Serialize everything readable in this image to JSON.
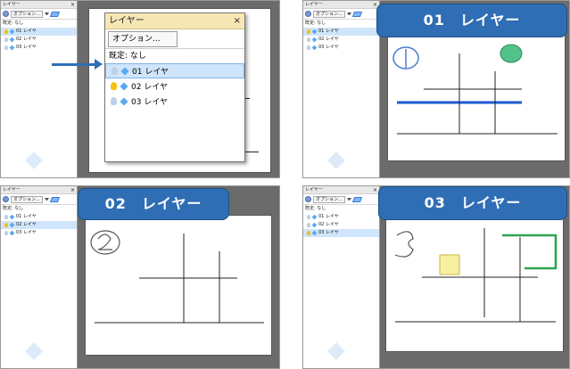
{
  "panel": {
    "title": "レイヤー",
    "options_label": "オプション...",
    "default_label": "既定: なし",
    "layers": [
      "01 レイヤ",
      "02 レイヤ",
      "03 レイヤ"
    ]
  },
  "popup": {
    "title": "レイヤー",
    "options_label": "オプション...",
    "default_label": "既定: なし",
    "layers": [
      "01 レイヤ",
      "02 レイヤ",
      "03 レイヤ"
    ]
  },
  "banners": {
    "q2": "01　レイヤー",
    "q3": "02　レイヤー",
    "q4": "03　レイヤー"
  },
  "colors": {
    "banner": "#2f6eb5",
    "selection": "#cfe5fb",
    "bulb_on": "#f4c20d",
    "highlight_line_blue": "#1e5bd1",
    "highlight_green": "#2ea44f",
    "highlight_yellow": "#f7f0a0"
  }
}
